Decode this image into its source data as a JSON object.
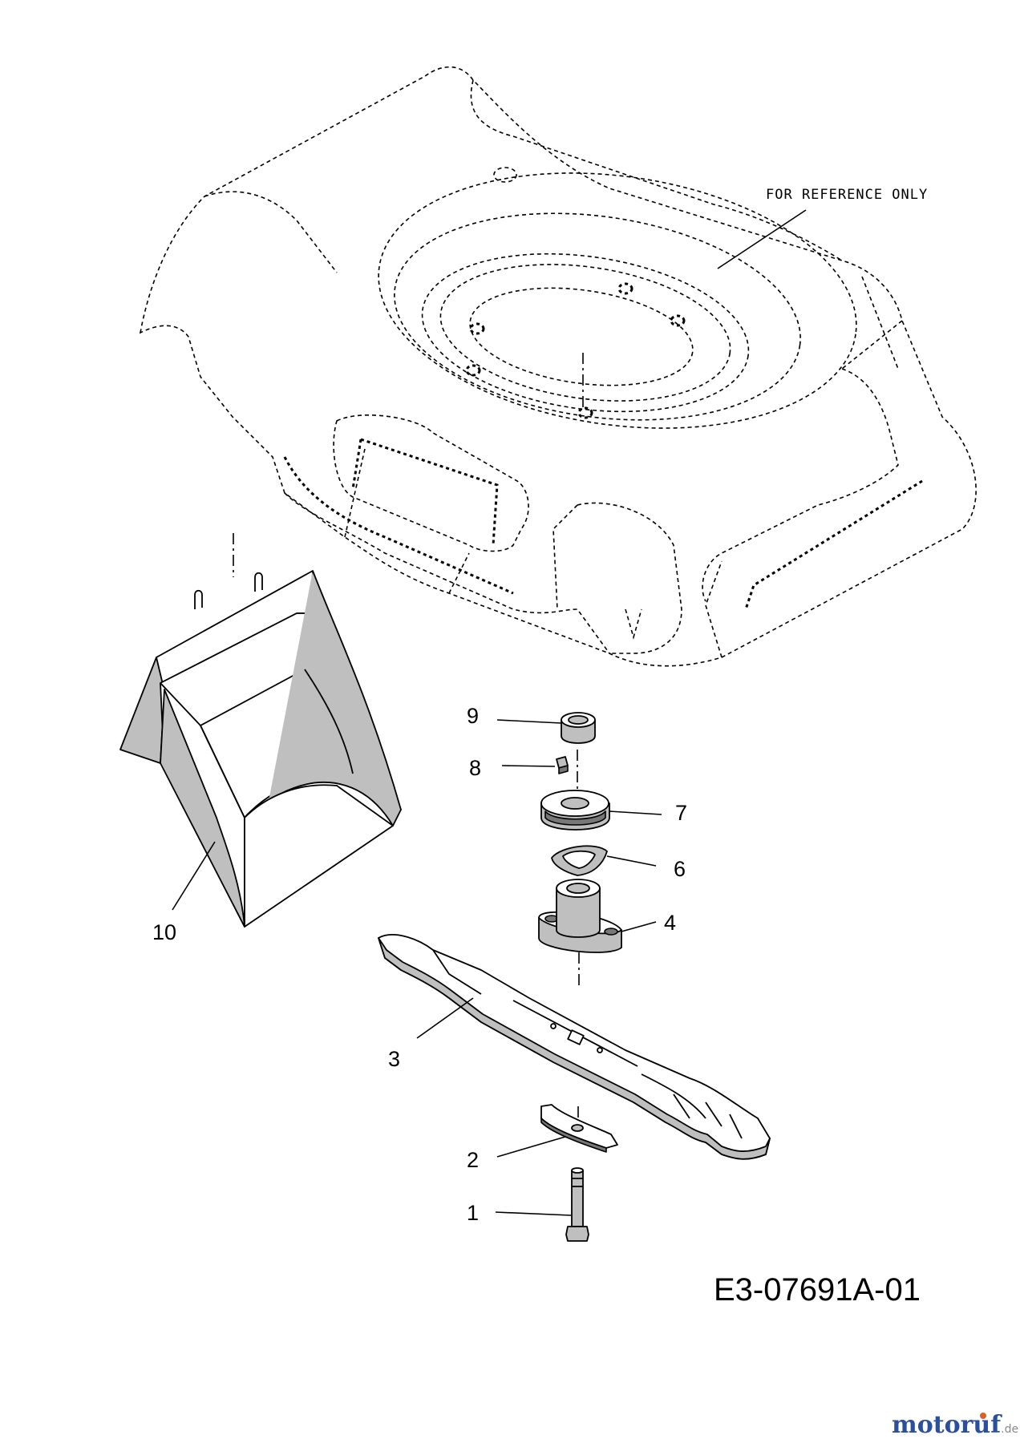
{
  "reference_note": "FOR REFERENCE ONLY",
  "drawing_code": "E3-07691A-01",
  "watermark": {
    "brand": "motoruf",
    "tld": ".de",
    "colors": {
      "primary": "#2a4f9c",
      "accent": "#d4622a"
    }
  },
  "callouts": [
    {
      "id": "1",
      "label": "1"
    },
    {
      "id": "2",
      "label": "2"
    },
    {
      "id": "3",
      "label": "3"
    },
    {
      "id": "4",
      "label": "4"
    },
    {
      "id": "6",
      "label": "6"
    },
    {
      "id": "7",
      "label": "7"
    },
    {
      "id": "8",
      "label": "8"
    },
    {
      "id": "9",
      "label": "9"
    },
    {
      "id": "10",
      "label": "10"
    }
  ]
}
